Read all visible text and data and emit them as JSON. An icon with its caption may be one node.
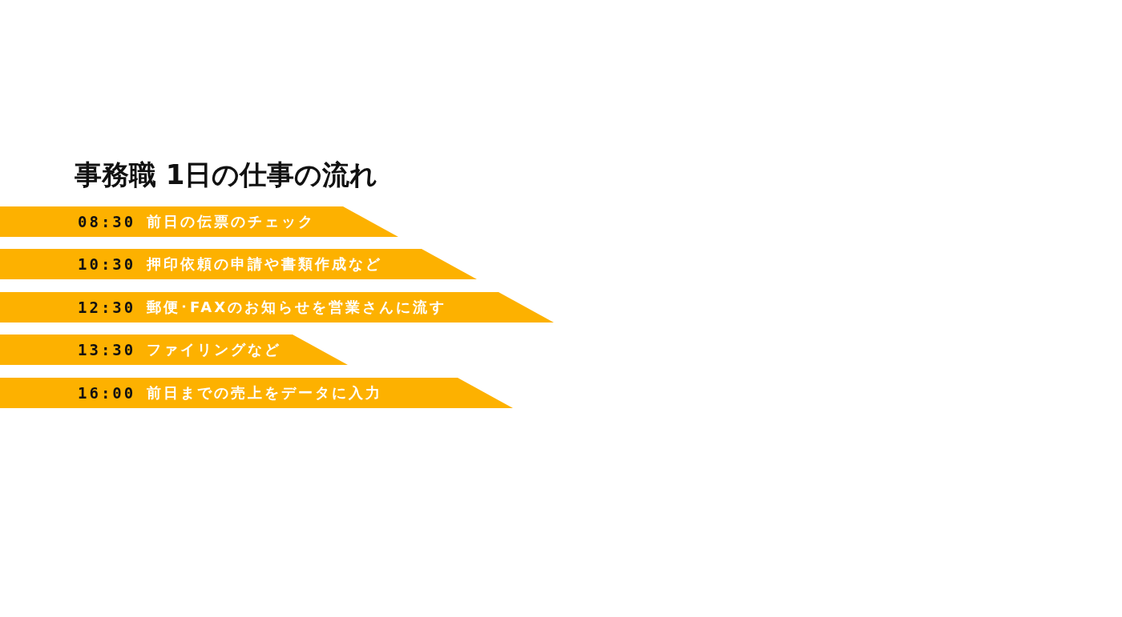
{
  "diagram": {
    "title": "事務職 1日の仕事の流れ",
    "nodes": [
      {
        "text": [
          "08:30",
          "前日の伝票のチェック"
        ]
      },
      {
        "text": [
          "10:30",
          "押印依頼の申請や書類作成など"
        ]
      },
      {
        "text": [
          "12:30",
          "郵便･FAXのお知らせを営業さんに流す"
        ]
      },
      {
        "text": [
          "13:30",
          "ファイリングなど"
        ]
      },
      {
        "text": [
          "16:00",
          "前日までの売上をデータに入力"
        ]
      }
    ],
    "edges": []
  }
}
